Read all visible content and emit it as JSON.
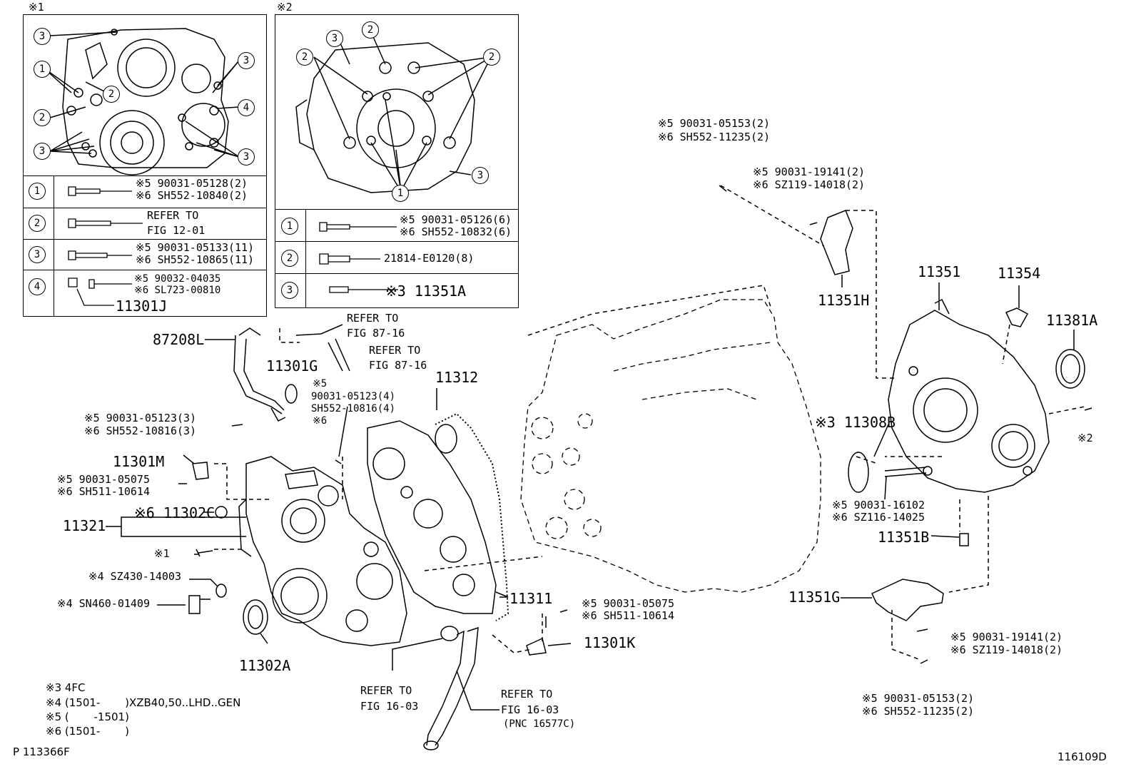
{
  "inset1": {
    "mark": "※1",
    "callouts": [
      "3",
      "1",
      "2",
      "2",
      "3",
      "3",
      "4",
      "3"
    ],
    "rows": [
      {
        "num": "1",
        "text1": "※5 90031-05128(2)",
        "text2": "※6 SH552-10840(2)"
      },
      {
        "num": "2",
        "text1": "REFER TO",
        "text2": "FIG 12-01"
      },
      {
        "num": "3",
        "text1": "※5 90031-05133(11)",
        "text2": "※6 SH552-10865(11)"
      },
      {
        "num": "4",
        "text1": "※5 90032-04035",
        "text2": "※6 SL723-00810",
        "part": "11301J"
      }
    ]
  },
  "inset2": {
    "mark": "※2",
    "callouts": [
      "3",
      "2",
      "2",
      "2",
      "3",
      "1"
    ],
    "rows": [
      {
        "num": "1",
        "text1": "※5 90031-05126(6)",
        "text2": "※6 SH552-10832(6)"
      },
      {
        "num": "2",
        "text1": "21814-E0120(8)"
      },
      {
        "num": "3",
        "text1": "※3 11351A"
      }
    ]
  },
  "labels": {
    "p87208L": "87208L",
    "p11301G": "11301G",
    "refer8716a_1": "REFER TO",
    "refer8716a_2": "FIG 87-16",
    "refer8716b_1": "REFER TO",
    "refer8716b_2": "FIG 87-16",
    "n5_05123_4_mark": "※5",
    "n5_05123_4": "90031-05123(4)",
    "n6_10816_4": "SH552-10816(4)",
    "n6_mark": "※6",
    "p11312": "11312",
    "b_05123_3": "※5 90031-05123(3)",
    "b_10816_3": "※6 SH552-10816(3)",
    "p11301M": "11301M",
    "b_05075a": "※5 90031-05075",
    "b_10614a": "※6 SH511-10614",
    "p11321": "11321",
    "p11302C": "※6 11302C",
    "m1": "※1",
    "sz430": "※4 SZ430-14003",
    "sn460": "※4 SN460-01409",
    "p11302A": "11302A",
    "p11311": "11311",
    "b_05075b": "※5 90031-05075",
    "b_10614b": "※6 SH511-10614",
    "p11301K": "11301K",
    "refer1603a_1": "REFER TO",
    "refer1603a_2": "FIG 16-03",
    "refer1603b_1": "REFER TO",
    "refer1603b_2": "FIG 16-03",
    "pnc": "(PNC 16577C)",
    "t_05153a": "※5 90031-05153(2)",
    "t_11235a": "※6 SH552-11235(2)",
    "t_19141a": "※5 90031-19141(2)",
    "t_14018a": "※6 SZ119-14018(2)",
    "p11351H": "11351H",
    "p11351": "11351",
    "p11354": "11354",
    "p11381A": "11381A",
    "p11308B": "※3 11308B",
    "m2": "※2",
    "b_16102": "※5 90031-16102",
    "b_14025": "※6 SZ116-14025",
    "p11351B": "11351B",
    "p11351G": "11351G",
    "b_19141b": "※5 90031-19141(2)",
    "b_14018b": "※6 SZ119-14018(2)",
    "b_05153b": "※5 90031-05153(2)",
    "b_11235b": "※6 SH552-11235(2)"
  },
  "notes": [
    "※3 4FC",
    "※4 (1501-　　 )XZB40,50..LHD..GEN",
    "※5 (　　 -1501)",
    "※6 (1501-　　 )"
  ],
  "footer": {
    "left": "P 113366F",
    "right": "116109D"
  }
}
